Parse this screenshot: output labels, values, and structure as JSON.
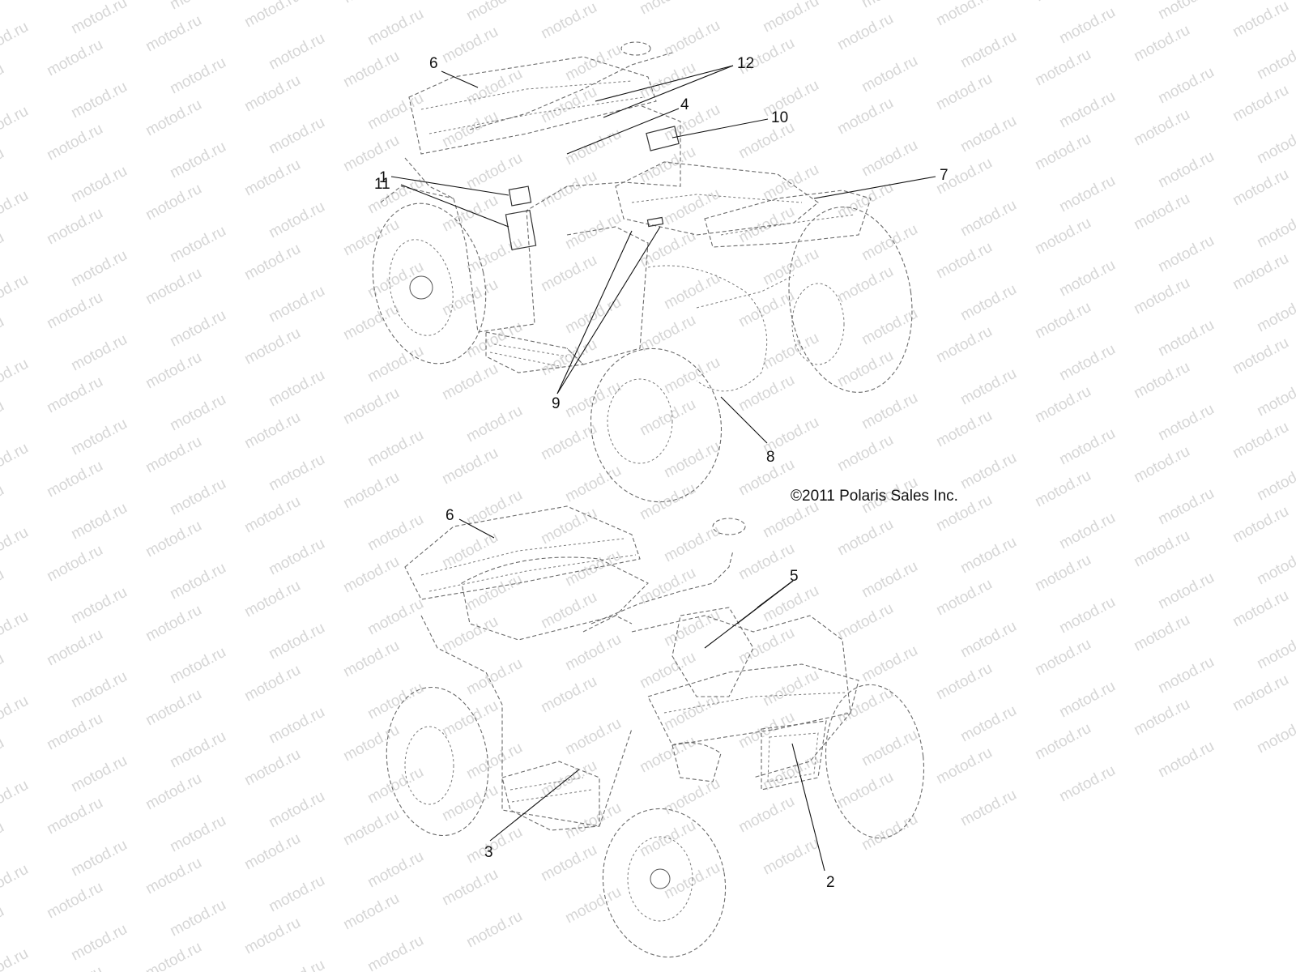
{
  "watermark": {
    "text": "motod.ru",
    "color": "#d6d6d6"
  },
  "copyright": "©2011 Polaris Sales Inc.",
  "callouts": [
    {
      "id": "6a",
      "label": "6"
    },
    {
      "id": "12",
      "label": "12"
    },
    {
      "id": "4",
      "label": "4"
    },
    {
      "id": "10",
      "label": "10"
    },
    {
      "id": "1",
      "label": "1"
    },
    {
      "id": "11",
      "label": "11"
    },
    {
      "id": "7",
      "label": "7"
    },
    {
      "id": "9",
      "label": "9"
    },
    {
      "id": "8",
      "label": "8"
    },
    {
      "id": "6b",
      "label": "6"
    },
    {
      "id": "5",
      "label": "5"
    },
    {
      "id": "3",
      "label": "3"
    },
    {
      "id": "2",
      "label": "2"
    }
  ],
  "colors": {
    "line": "#111111",
    "drawing": "#6a6a6a",
    "background": "#ffffff"
  }
}
